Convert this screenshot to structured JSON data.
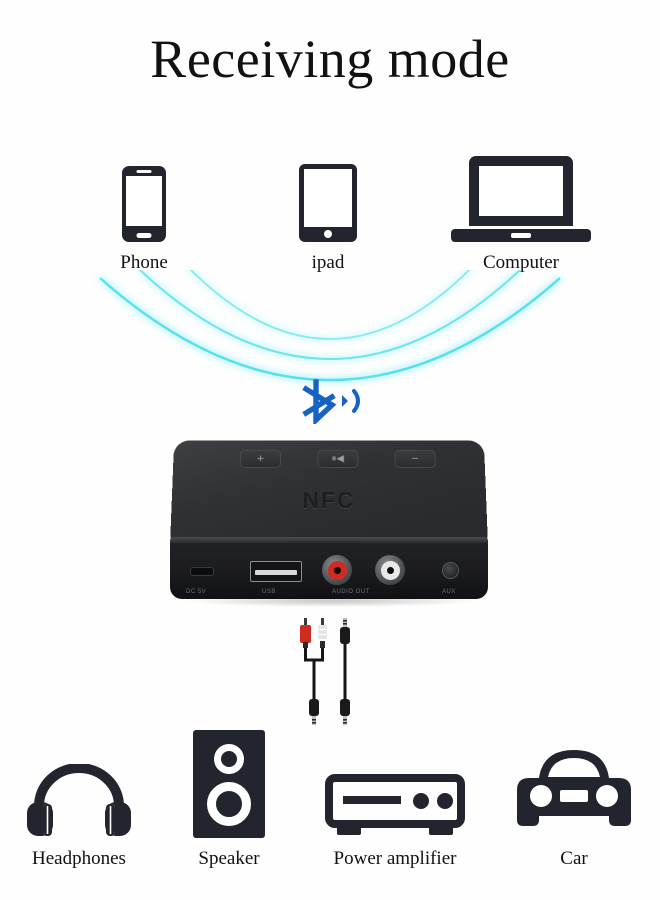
{
  "page": {
    "title": "Receiving mode",
    "background_color": "#fefefe"
  },
  "colors": {
    "icon_dark": "#22252e",
    "wave_cyan": "#4de0ee",
    "bluetooth_blue": "#1763c4",
    "rca_red": "#d02b21",
    "rca_white": "#e8e8e8",
    "device_body": "#2c2d31"
  },
  "sources": {
    "section_name": "source-devices",
    "items": [
      {
        "id": "phone",
        "label": "Phone",
        "icon": "smartphone-icon"
      },
      {
        "id": "ipad",
        "label": "ipad",
        "icon": "tablet-icon"
      },
      {
        "id": "computer",
        "label": "Computer",
        "icon": "laptop-icon"
      }
    ]
  },
  "wireless": {
    "icon": "bluetooth-icon",
    "wave_count": 3,
    "wave_color": "#4de0ee"
  },
  "device": {
    "name": "bluetooth-nfc-receiver",
    "brand_text": "NFC",
    "buttons": [
      {
        "id": "volume-up",
        "glyph": "+"
      },
      {
        "id": "play-previous",
        "glyph": "⏸◀"
      },
      {
        "id": "volume-down",
        "glyph": "−"
      }
    ],
    "ports": [
      {
        "id": "power",
        "label": "DC 5V",
        "type": "micro-usb"
      },
      {
        "id": "usb",
        "label": "USB",
        "type": "usb-a"
      },
      {
        "id": "audio-out",
        "label": "AUDIO OUT",
        "type": "rca-pair"
      },
      {
        "id": "aux",
        "label": "AUX",
        "type": "3.5mm-jack"
      }
    ]
  },
  "cable": {
    "name": "rca-to-3.5mm-cable",
    "connectors": [
      "rca-red-plug",
      "rca-white-plug",
      "3.5mm-plug",
      "3.5mm-plug"
    ]
  },
  "outputs": {
    "section_name": "output-devices",
    "items": [
      {
        "id": "headphones",
        "label": "Headphones",
        "icon": "headphones-icon"
      },
      {
        "id": "speaker",
        "label": "Speaker",
        "icon": "speaker-icon"
      },
      {
        "id": "amplifier",
        "label": "Power amplifier",
        "icon": "amplifier-icon"
      },
      {
        "id": "car",
        "label": "Car",
        "icon": "car-icon"
      }
    ]
  }
}
